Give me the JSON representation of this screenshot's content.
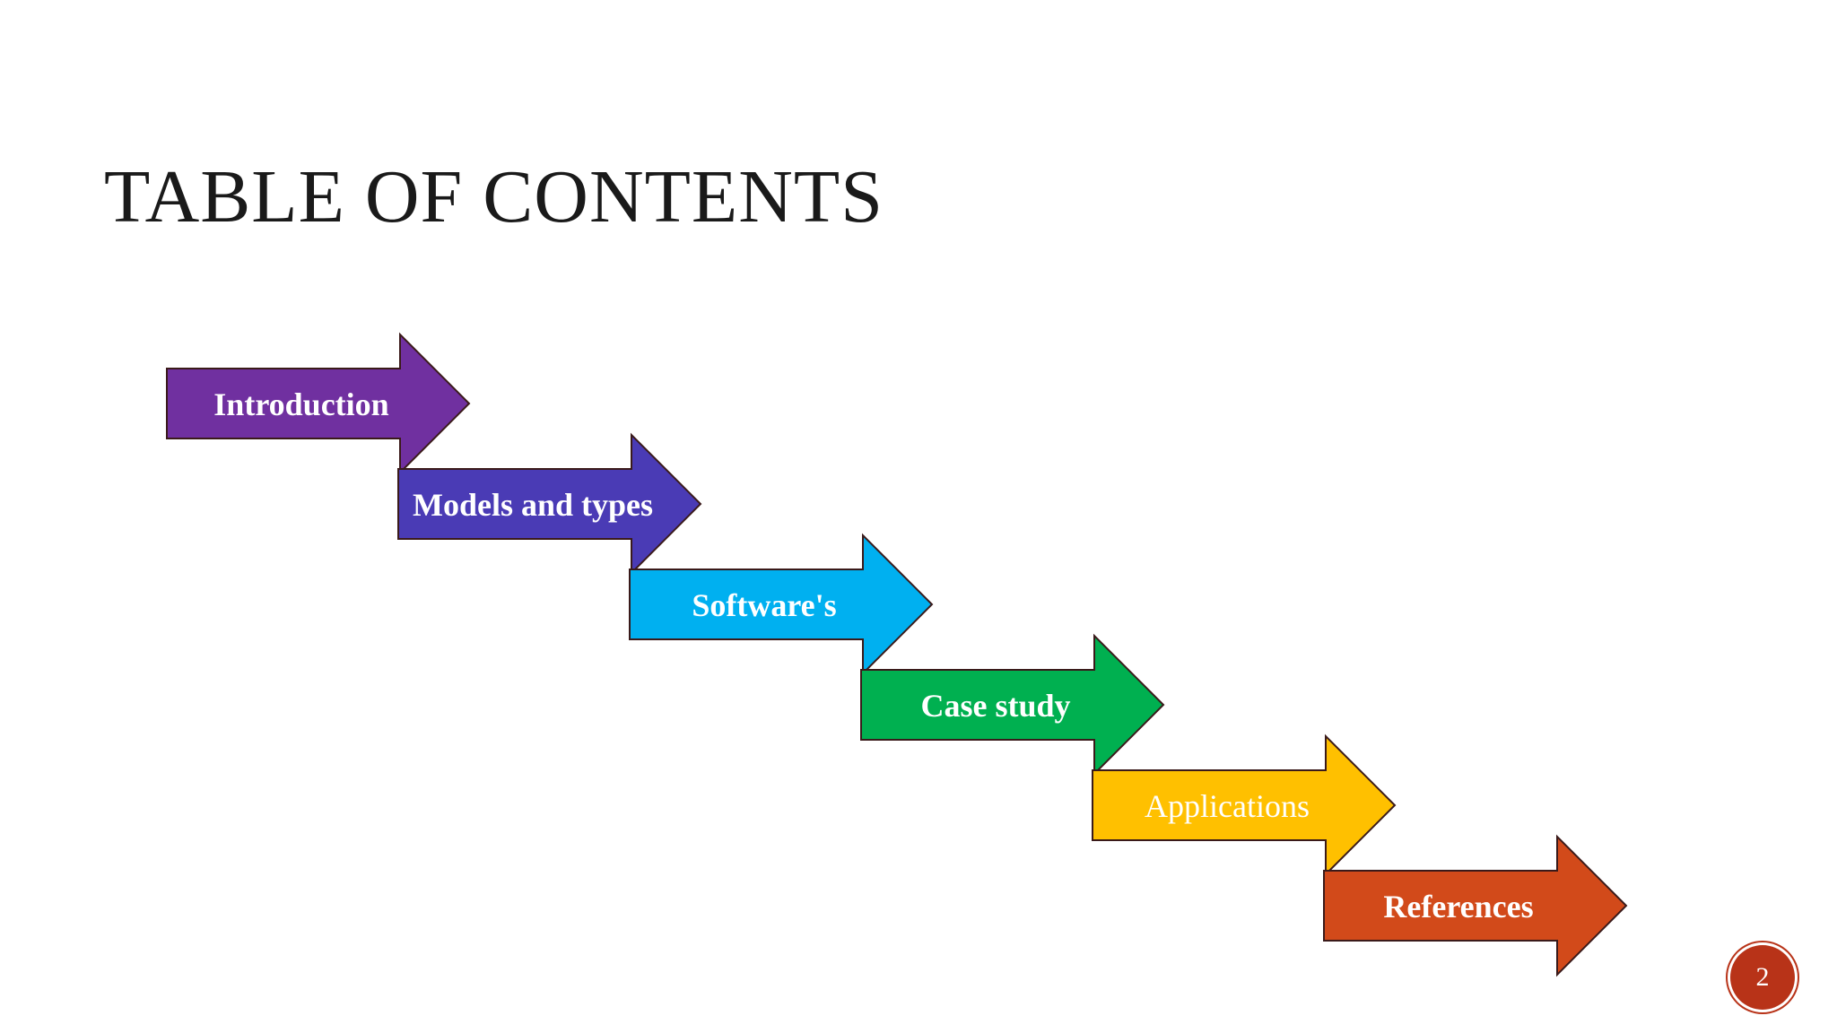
{
  "slide": {
    "title": "TABLE OF CONTENTS",
    "page_number": "2"
  },
  "flow": {
    "steps": [
      {
        "label": "Introduction",
        "fill": "#7030a0",
        "text_color": "#ffffff",
        "bold": true
      },
      {
        "label": "Models and types",
        "fill": "#4a3bb5",
        "text_color": "#ffffff",
        "bold": true
      },
      {
        "label": "Software's",
        "fill": "#00b0f0",
        "text_color": "#ffffff",
        "bold": true
      },
      {
        "label": "Case study",
        "fill": "#00b050",
        "text_color": "#ffffff",
        "bold": true
      },
      {
        "label": "Applications",
        "fill": "#ffc000",
        "text_color": "#ffffff",
        "bold": false
      },
      {
        "label": "References",
        "fill": "#d24a1a",
        "text_color": "#ffffff",
        "bold": true
      }
    ],
    "outline_color": "#3a1a1a",
    "badge_color": "#b83318"
  }
}
